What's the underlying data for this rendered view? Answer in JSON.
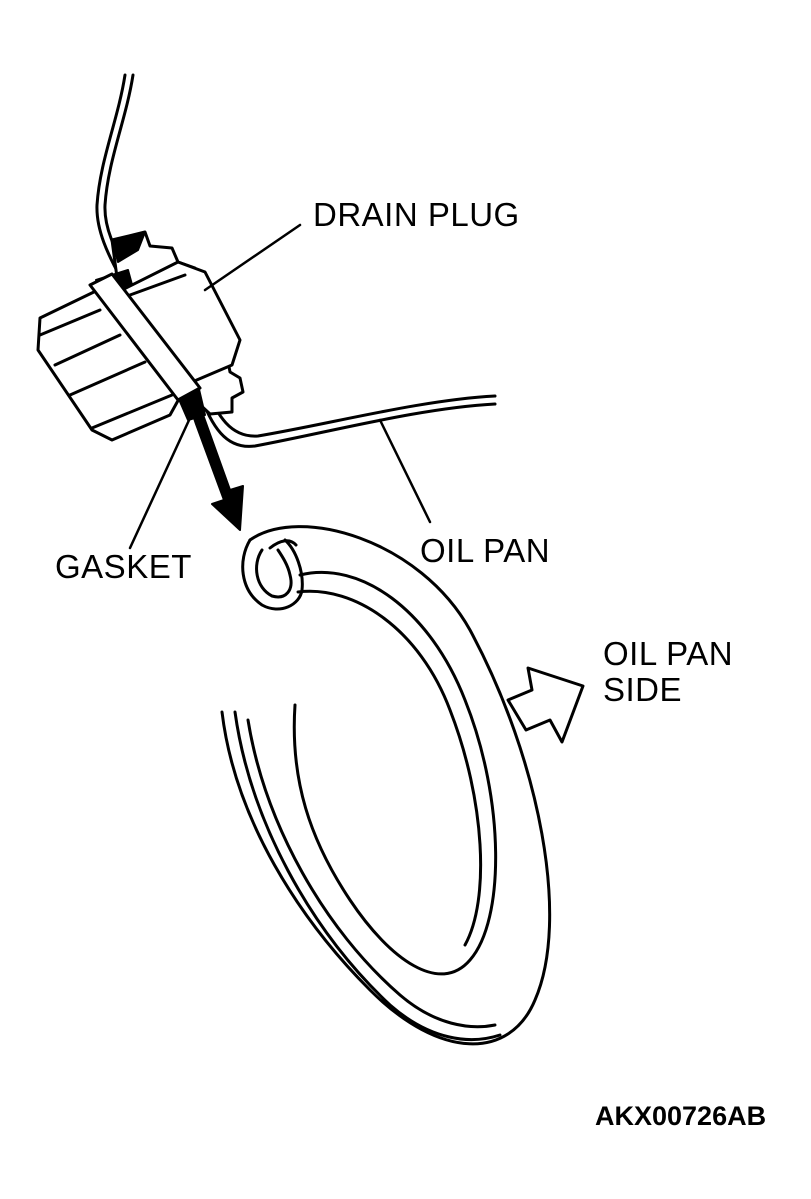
{
  "labels": {
    "drain_plug": "DRAIN PLUG",
    "gasket": "GASKET",
    "oil_pan": "OIL PAN",
    "oil_pan_side_line1": "OIL PAN",
    "oil_pan_side_line2": "SIDE",
    "figure_code": "AKX00726AB"
  },
  "colors": {
    "ink": "#000000",
    "background": "#ffffff"
  }
}
